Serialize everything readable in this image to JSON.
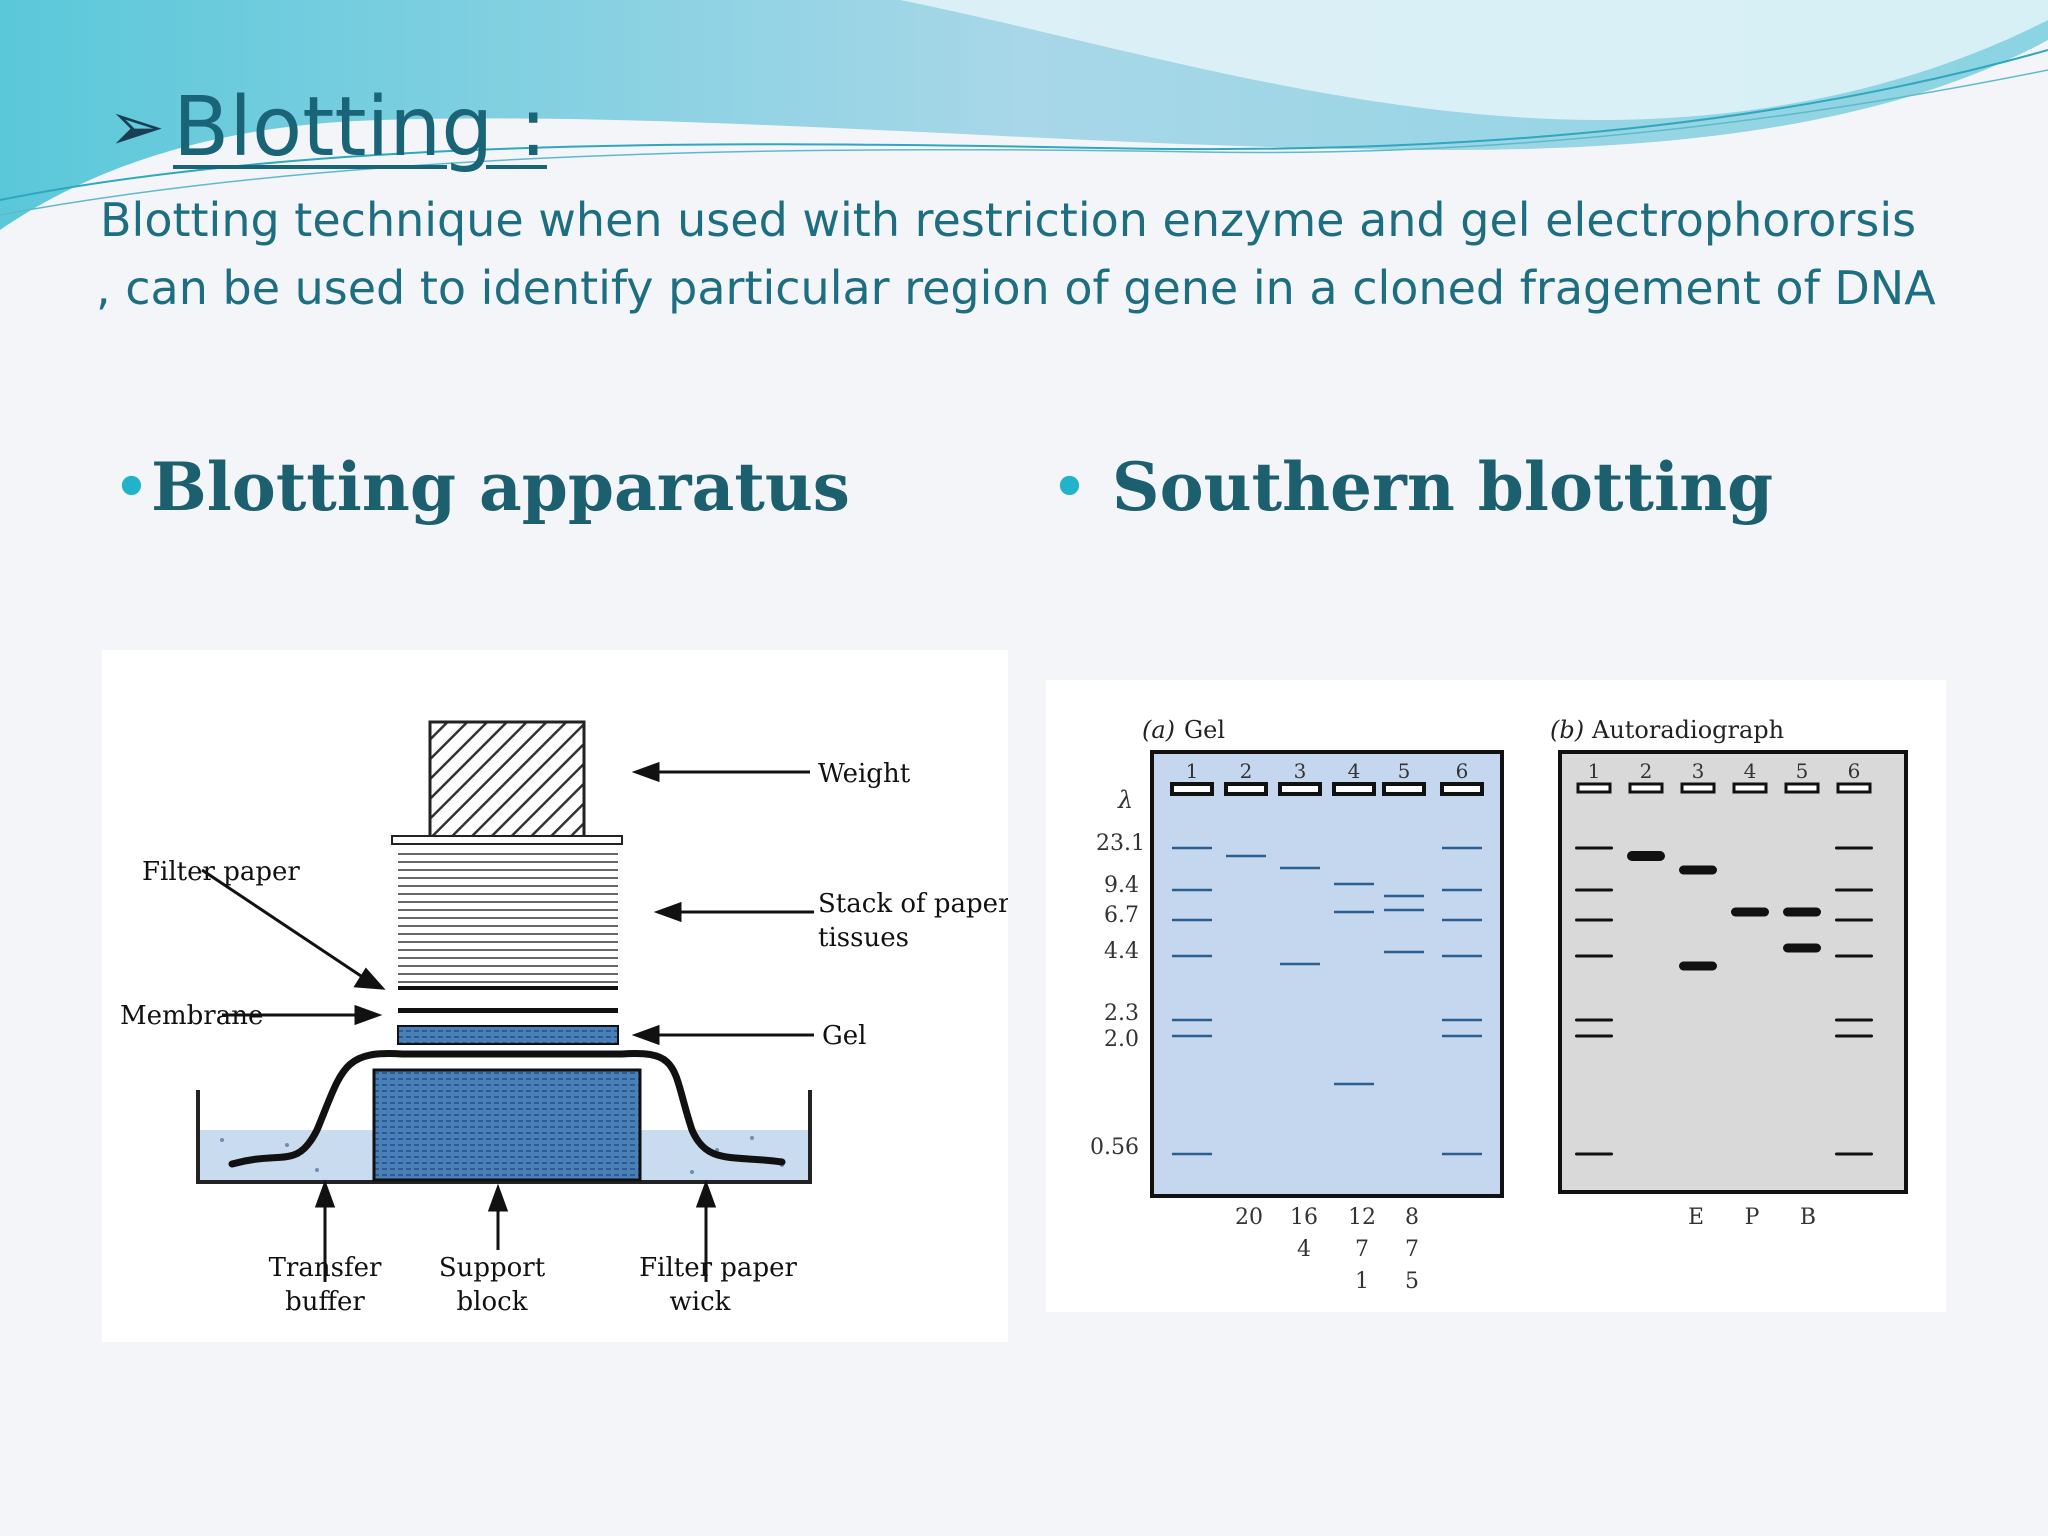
{
  "slide": {
    "title_marker": "➢",
    "title": "Blotting :",
    "body_lines": [
      "Blotting technique when used with restriction enzyme and gel electrophororsis",
      ", can be used to identify particular region of gene in a cloned fragement of DNA"
    ],
    "bullets": [
      {
        "marker": "•",
        "text": "Blotting apparatus"
      },
      {
        "marker": "•",
        "text": " Southern blotting"
      }
    ]
  },
  "apparatus": {
    "weight": "Weight",
    "filter_paper": "Filter paper",
    "stack_line1": "Stack of paper",
    "stack_line2": "tissues",
    "membrane": "Membrane",
    "gel": "Gel",
    "transfer_line1": "Transfer",
    "transfer_line2": "buffer",
    "support_line1": "Support",
    "support_line2": "block",
    "wick_line1": "Filter paper",
    "wick_line2": "wick"
  },
  "southern": {
    "gel_label_a": "(a)",
    "gel_label": "Gel",
    "autorad_label_b": "(b)",
    "autorad_label": "Autoradiograph",
    "lambda": "λ",
    "lanes": [
      "1",
      "2",
      "3",
      "4",
      "5",
      "6"
    ],
    "markers": [
      "23.1",
      "9.4",
      "6.7",
      "4.4",
      "2.3",
      "2.0",
      "0.56"
    ],
    "gel_bottom": {
      "lane2": [
        "20"
      ],
      "lane3": [
        "16",
        "4"
      ],
      "lane4": [
        "12",
        "7",
        "1"
      ],
      "lane5": [
        "8",
        "7",
        "5"
      ]
    },
    "autorad_bottom": {
      "lane3": "E",
      "lane4": "P",
      "lane5": "B"
    },
    "colors": {
      "gel_fill": "#c5d6ef",
      "autorad_fill": "#d9d9d9",
      "band_gel": "#2a5f8f",
      "band_autorad": "#111111"
    }
  }
}
